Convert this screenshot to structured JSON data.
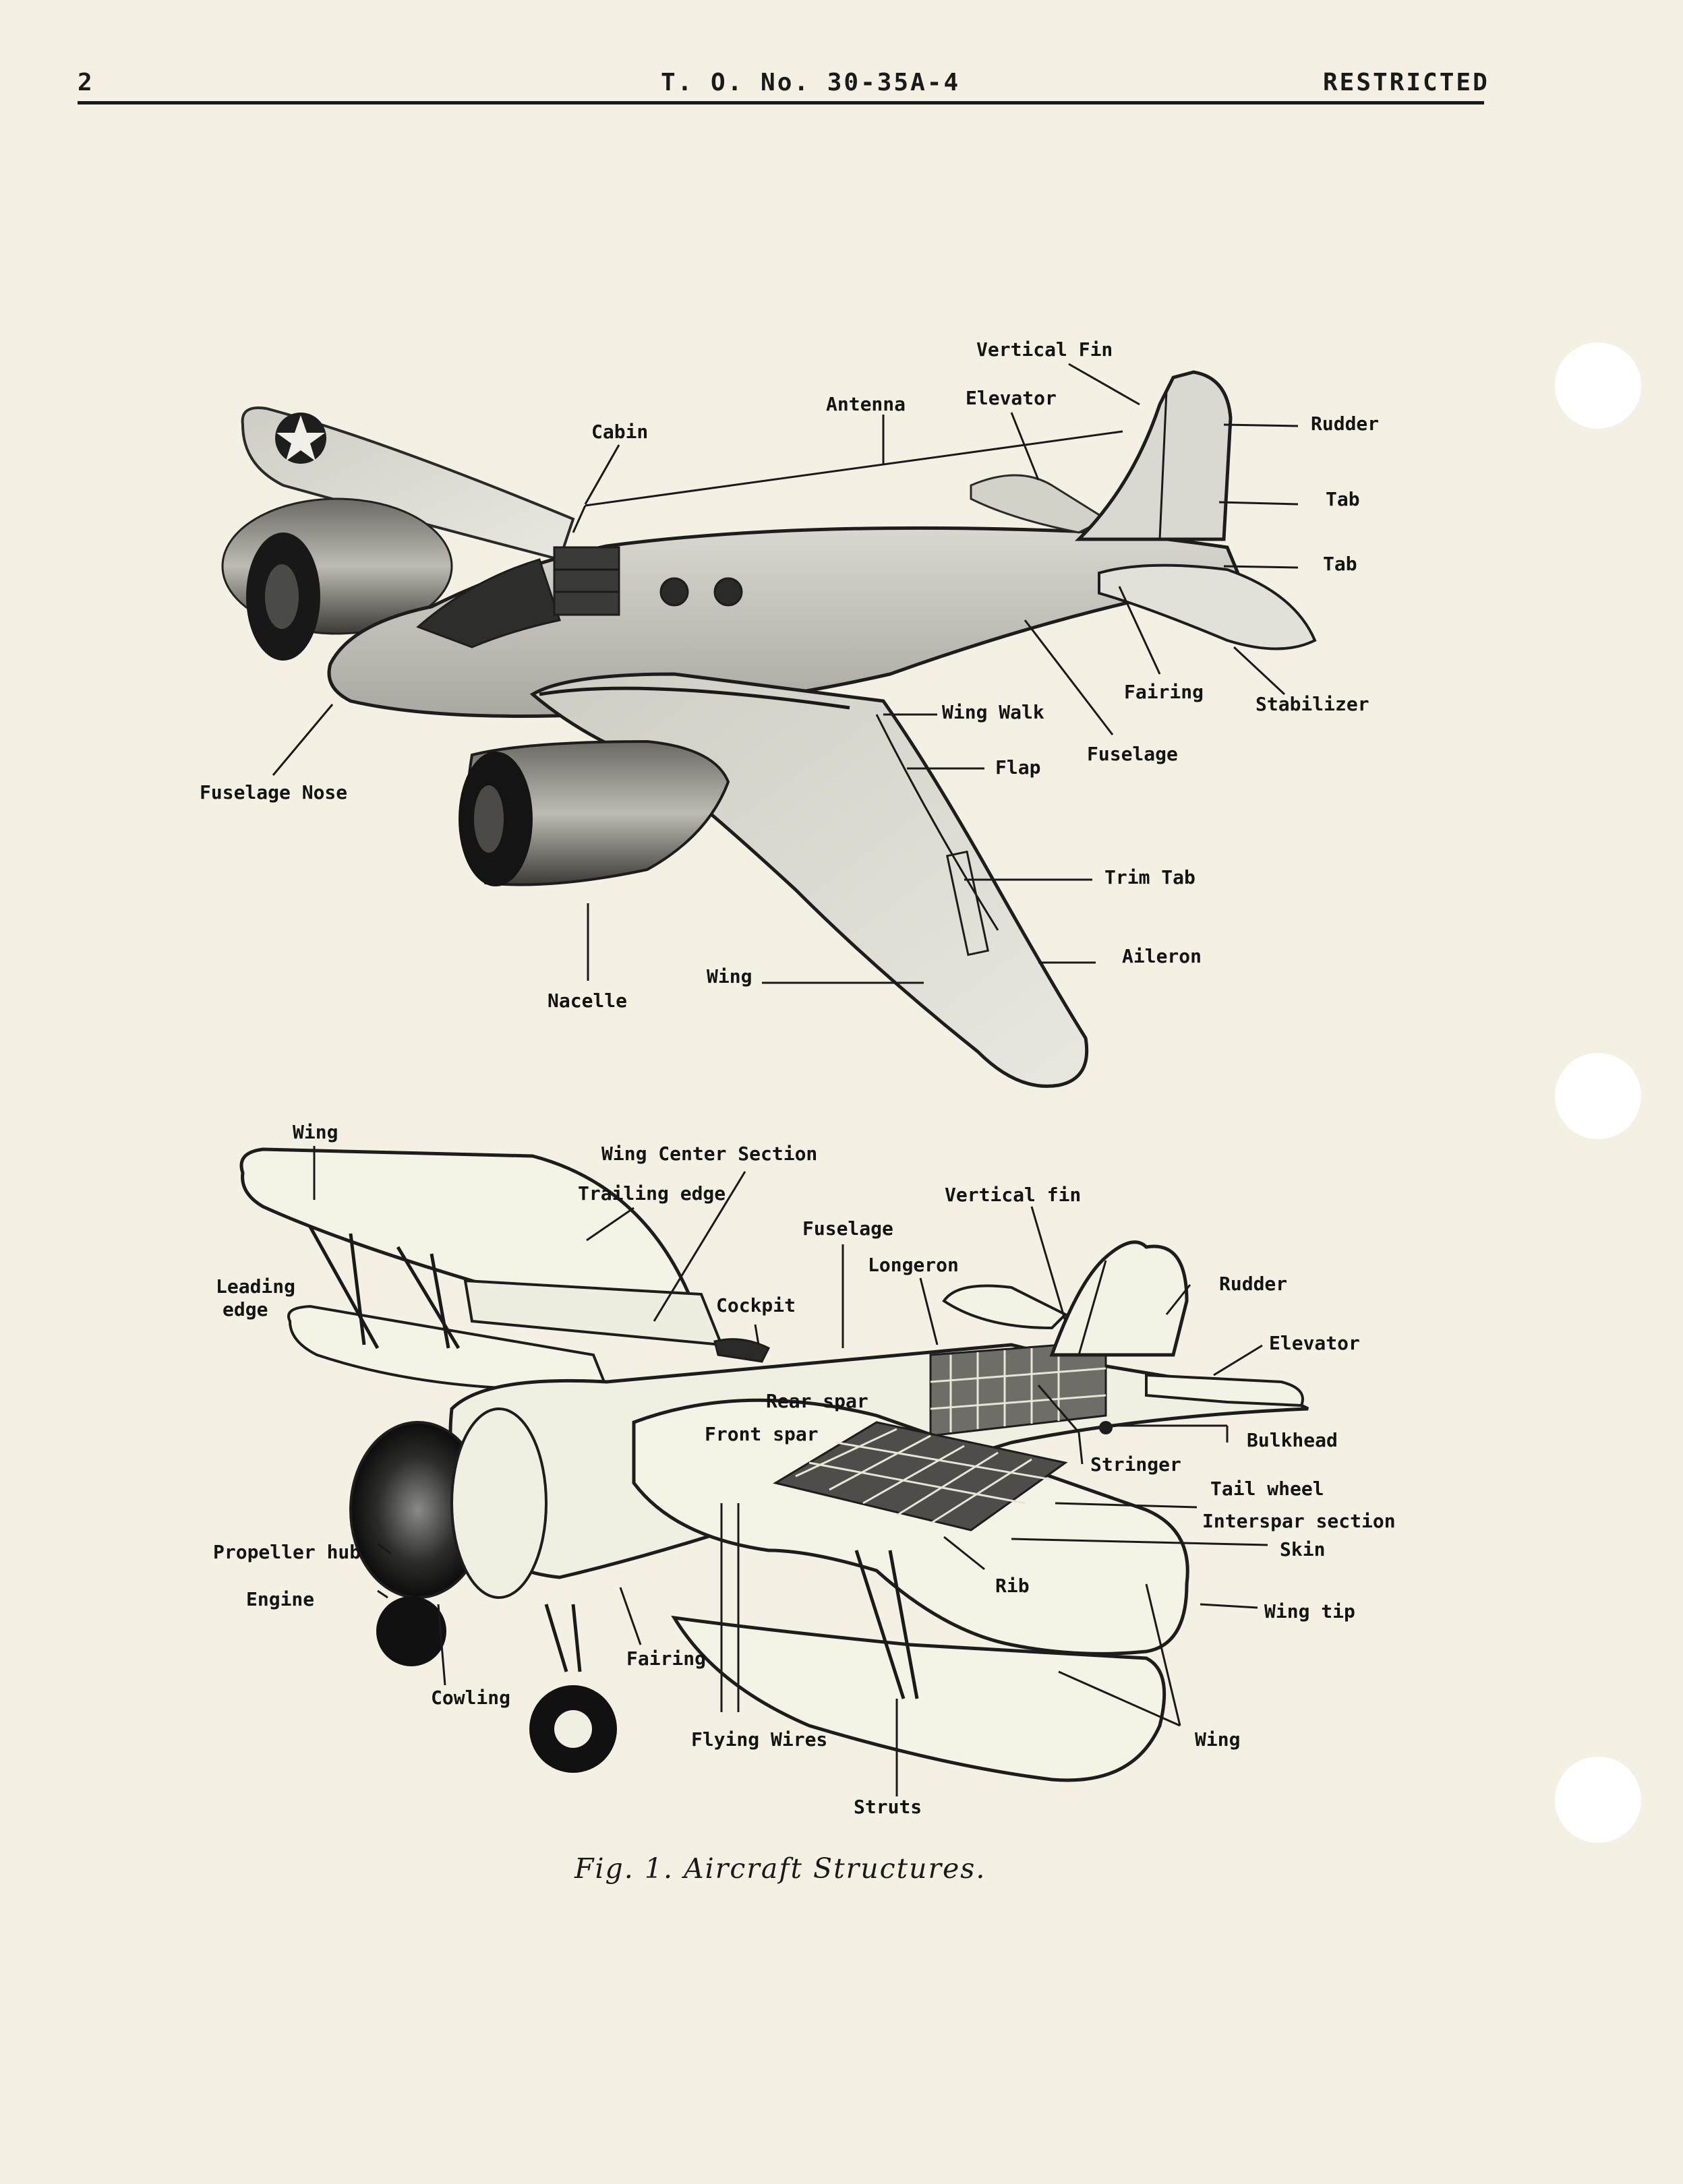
{
  "header": {
    "page_number": "2",
    "doc_number": "T. O. No. 30-35A-4",
    "classification": "RESTRICTED"
  },
  "figure1_labels": {
    "vertical_fin": "Vertical Fin",
    "antenna": "Antenna",
    "elevator": "Elevator",
    "cabin": "Cabin",
    "rudder": "Rudder",
    "tab1": "Tab",
    "tab2": "Tab",
    "fairing": "Fairing",
    "stabilizer": "Stabilizer",
    "wing_walk": "Wing Walk",
    "fuselage": "Fuselage",
    "flap": "Flap",
    "fuselage_nose": "Fuselage Nose",
    "trim_tab": "Trim Tab",
    "aileron": "Aileron",
    "nacelle": "Nacelle",
    "wing": "Wing"
  },
  "figure2_labels": {
    "wing_top": "Wing",
    "wing_center_section": "Wing Center Section",
    "trailing_edge": "Trailing edge",
    "vertical_fin": "Vertical fin",
    "fuselage": "Fuselage",
    "leading_edge_1": "Leading",
    "leading_edge_2": "edge",
    "longeron": "Longeron",
    "cockpit": "Cockpit",
    "rudder": "Rudder",
    "elevator": "Elevator",
    "rear_spar": "Rear spar",
    "front_spar": "Front spar",
    "bulkhead": "Bulkhead",
    "stringer": "Stringer",
    "tail_wheel": "Tail wheel",
    "interspar_section": "Interspar section",
    "skin": "Skin",
    "propeller_hub": "Propeller hub",
    "rib": "Rib",
    "engine": "Engine",
    "wing_tip": "Wing tip",
    "fairing": "Fairing",
    "cowling": "Cowling",
    "flying_wires": "Flying Wires",
    "wing_bottom": "Wing",
    "struts": "Struts"
  },
  "caption": "Fig. 1. Aircraft Structures."
}
